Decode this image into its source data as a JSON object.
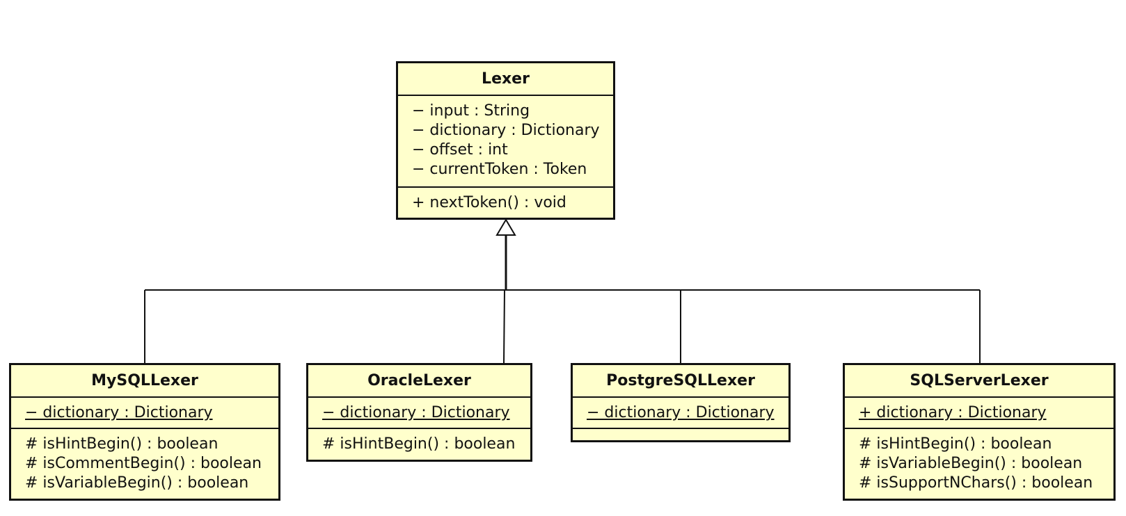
{
  "diagram": {
    "title": "",
    "relationship": "generalization",
    "colors": {
      "class_fill": "#ffffcc",
      "border": "#111111",
      "background": "#ffffff"
    },
    "classes": {
      "lexer": {
        "name": "Lexer",
        "attributes": [
          "− input : String",
          "− dictionary : Dictionary",
          "− offset : int",
          "− currentToken : Token"
        ],
        "operations": [
          "+ nextToken() : void"
        ]
      },
      "mysql": {
        "name": "MySQLLexer",
        "attributes": [
          "− dictionary : Dictionary"
        ],
        "operations": [
          "# isHintBegin() : boolean",
          "# isCommentBegin() : boolean",
          "# isVariableBegin() : boolean"
        ]
      },
      "oracle": {
        "name": "OracleLexer",
        "attributes": [
          "− dictionary : Dictionary"
        ],
        "operations": [
          "# isHintBegin() : boolean"
        ]
      },
      "postgres": {
        "name": "PostgreSQLLexer",
        "attributes": [
          "− dictionary : Dictionary"
        ],
        "operations": []
      },
      "sqlserver": {
        "name": "SQLServerLexer",
        "attributes": [
          "+ dictionary : Dictionary"
        ],
        "operations": [
          "# isHintBegin() : boolean",
          "# isVariableBegin() : boolean",
          "# isSupportNChars() : boolean"
        ]
      }
    }
  }
}
